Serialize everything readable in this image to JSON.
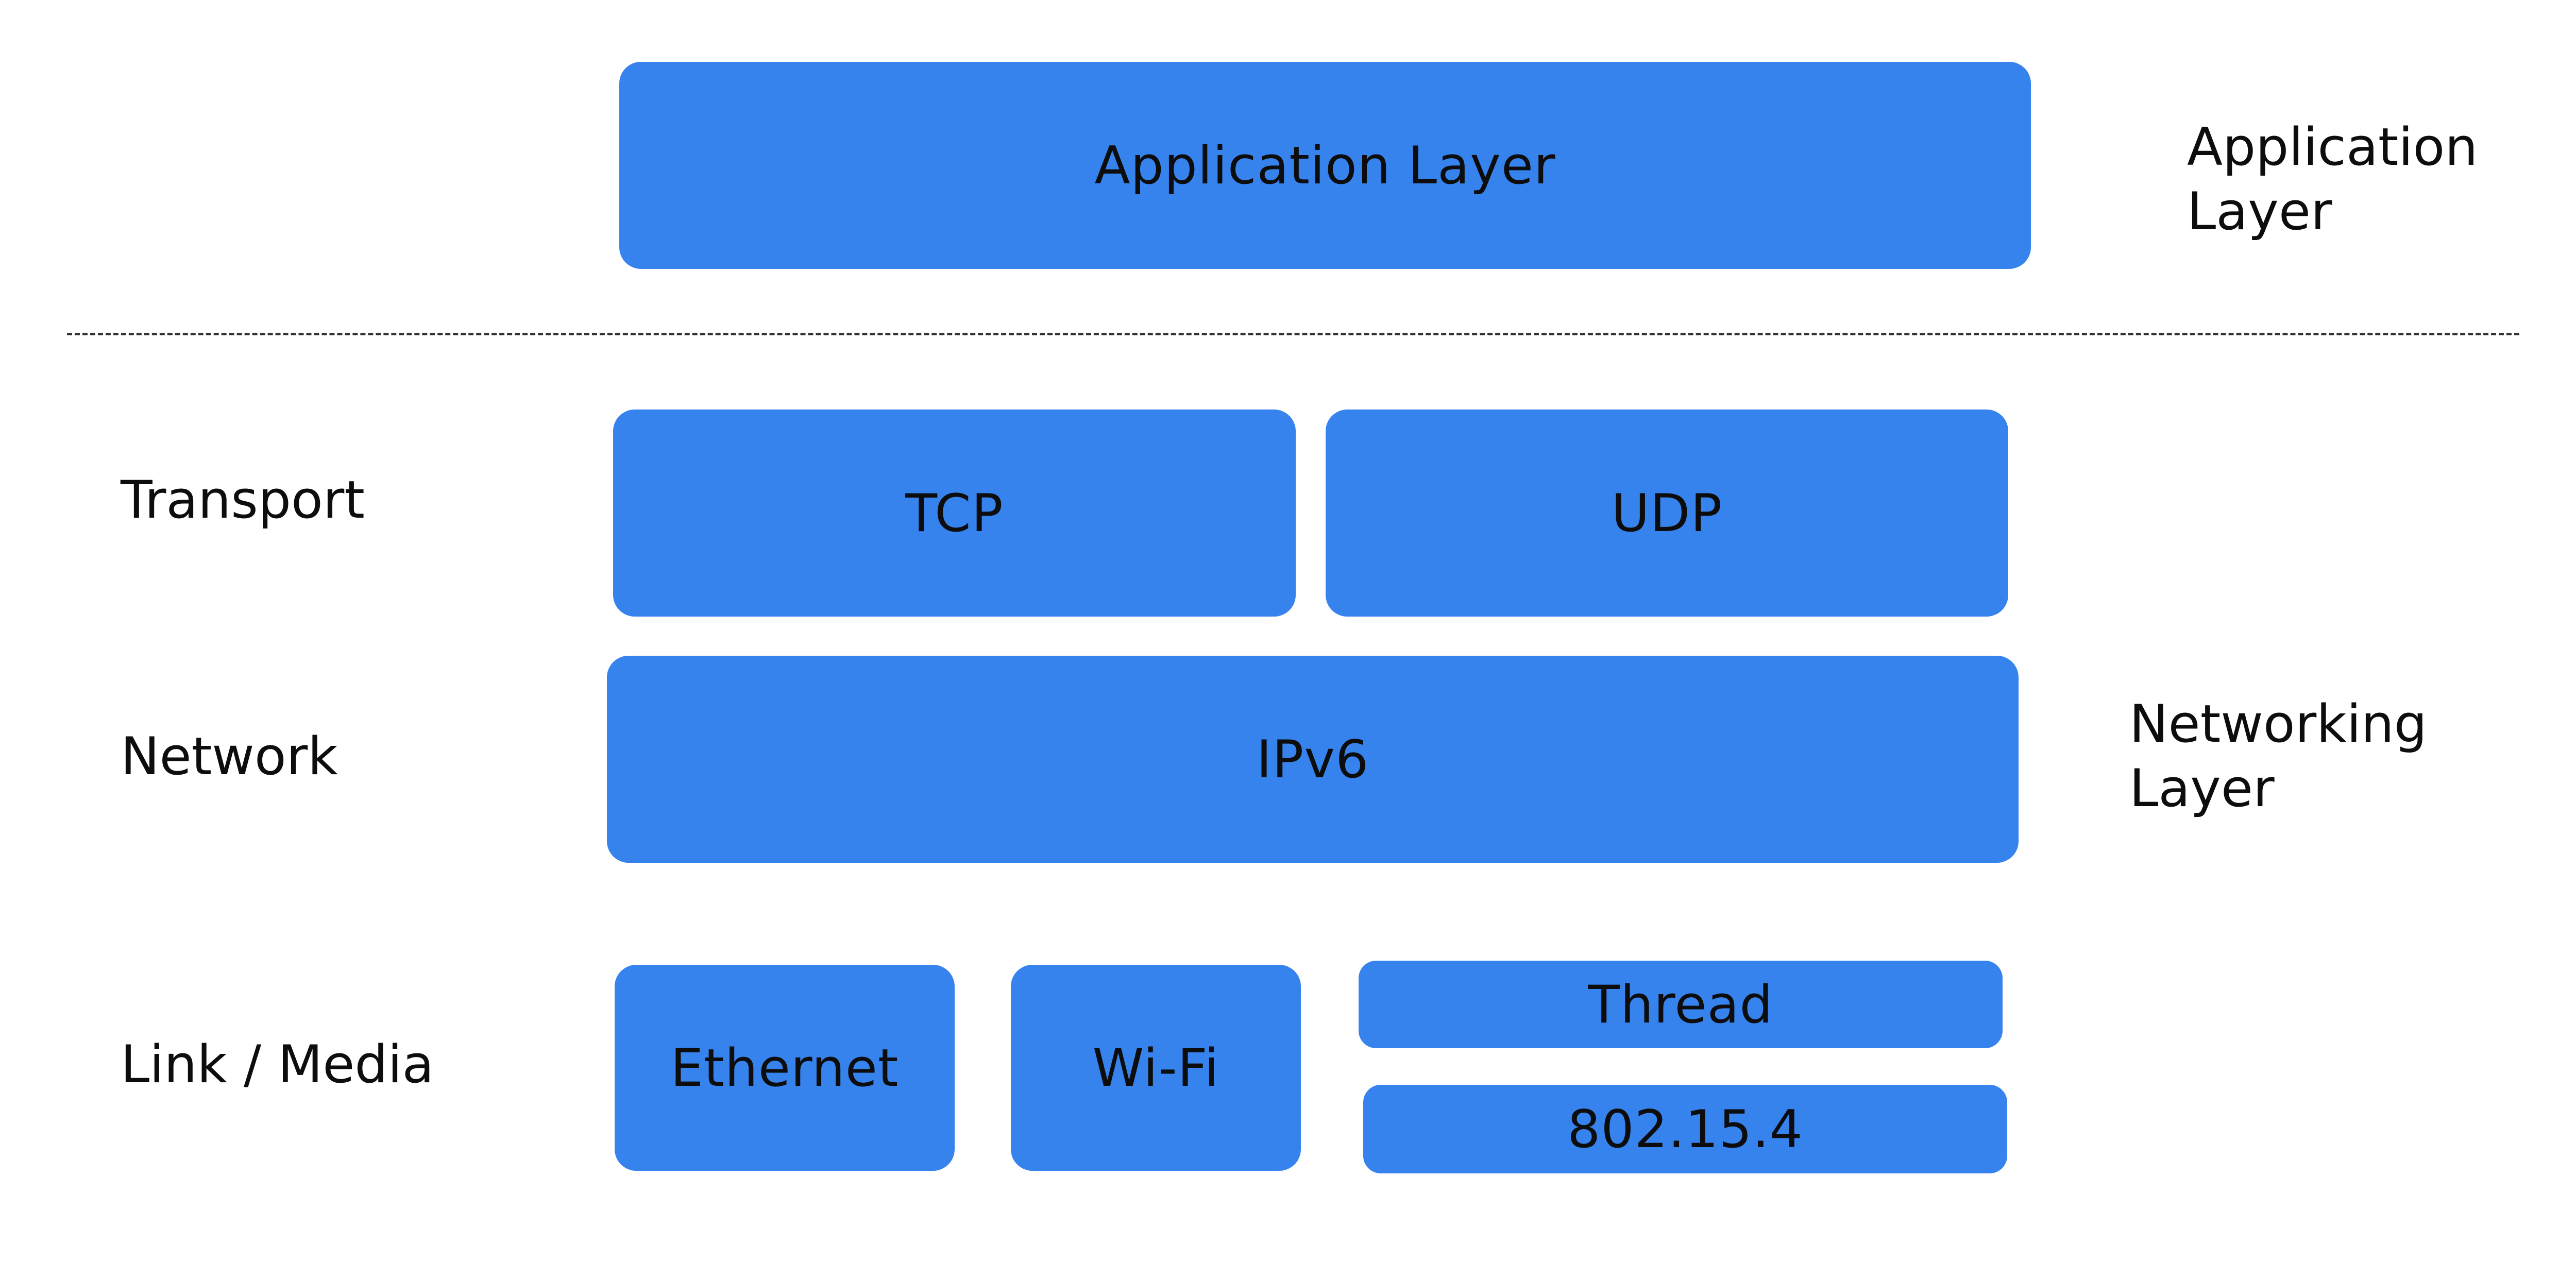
{
  "colors": {
    "box_fill": "#3783ee",
    "text": "#0d0d0d",
    "divider": "#333333"
  },
  "boxes": {
    "application": "Application Layer",
    "tcp": "TCP",
    "udp": "UDP",
    "ipv6": "IPv6",
    "ethernet": "Ethernet",
    "wifi": "Wi-Fi",
    "thread": "Thread",
    "ieee802154": "802.15.4"
  },
  "left_labels": {
    "transport": "Transport",
    "network": "Network",
    "link_media": "Link / Media"
  },
  "right_labels": {
    "application_line1": "Application",
    "application_line2": "Layer",
    "networking_line1": "Networking",
    "networking_line2": "Layer"
  }
}
